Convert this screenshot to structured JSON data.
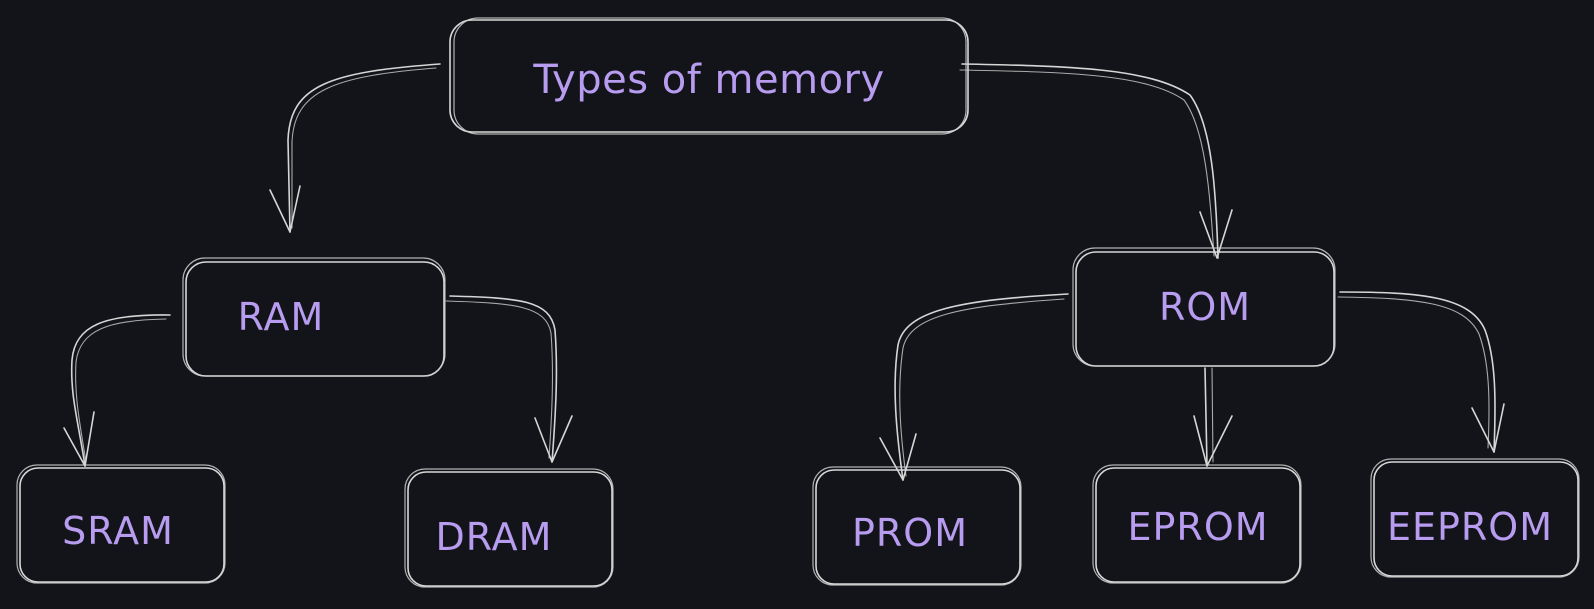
{
  "diagram": {
    "colors": {
      "background": "#121419",
      "stroke": "#d6d6d6",
      "label": "#b79cf0"
    },
    "nodes": {
      "root": "Types of memory",
      "ram": "RAM",
      "rom": "ROM",
      "sram": "SRAM",
      "dram": "DRAM",
      "prom": "PROM",
      "eprom": "EPROM",
      "eeprom": "EEPROM"
    },
    "edges": [
      {
        "from": "root",
        "to": "ram"
      },
      {
        "from": "root",
        "to": "rom"
      },
      {
        "from": "ram",
        "to": "sram"
      },
      {
        "from": "ram",
        "to": "dram"
      },
      {
        "from": "rom",
        "to": "prom"
      },
      {
        "from": "rom",
        "to": "eprom"
      },
      {
        "from": "rom",
        "to": "eeprom"
      }
    ]
  }
}
